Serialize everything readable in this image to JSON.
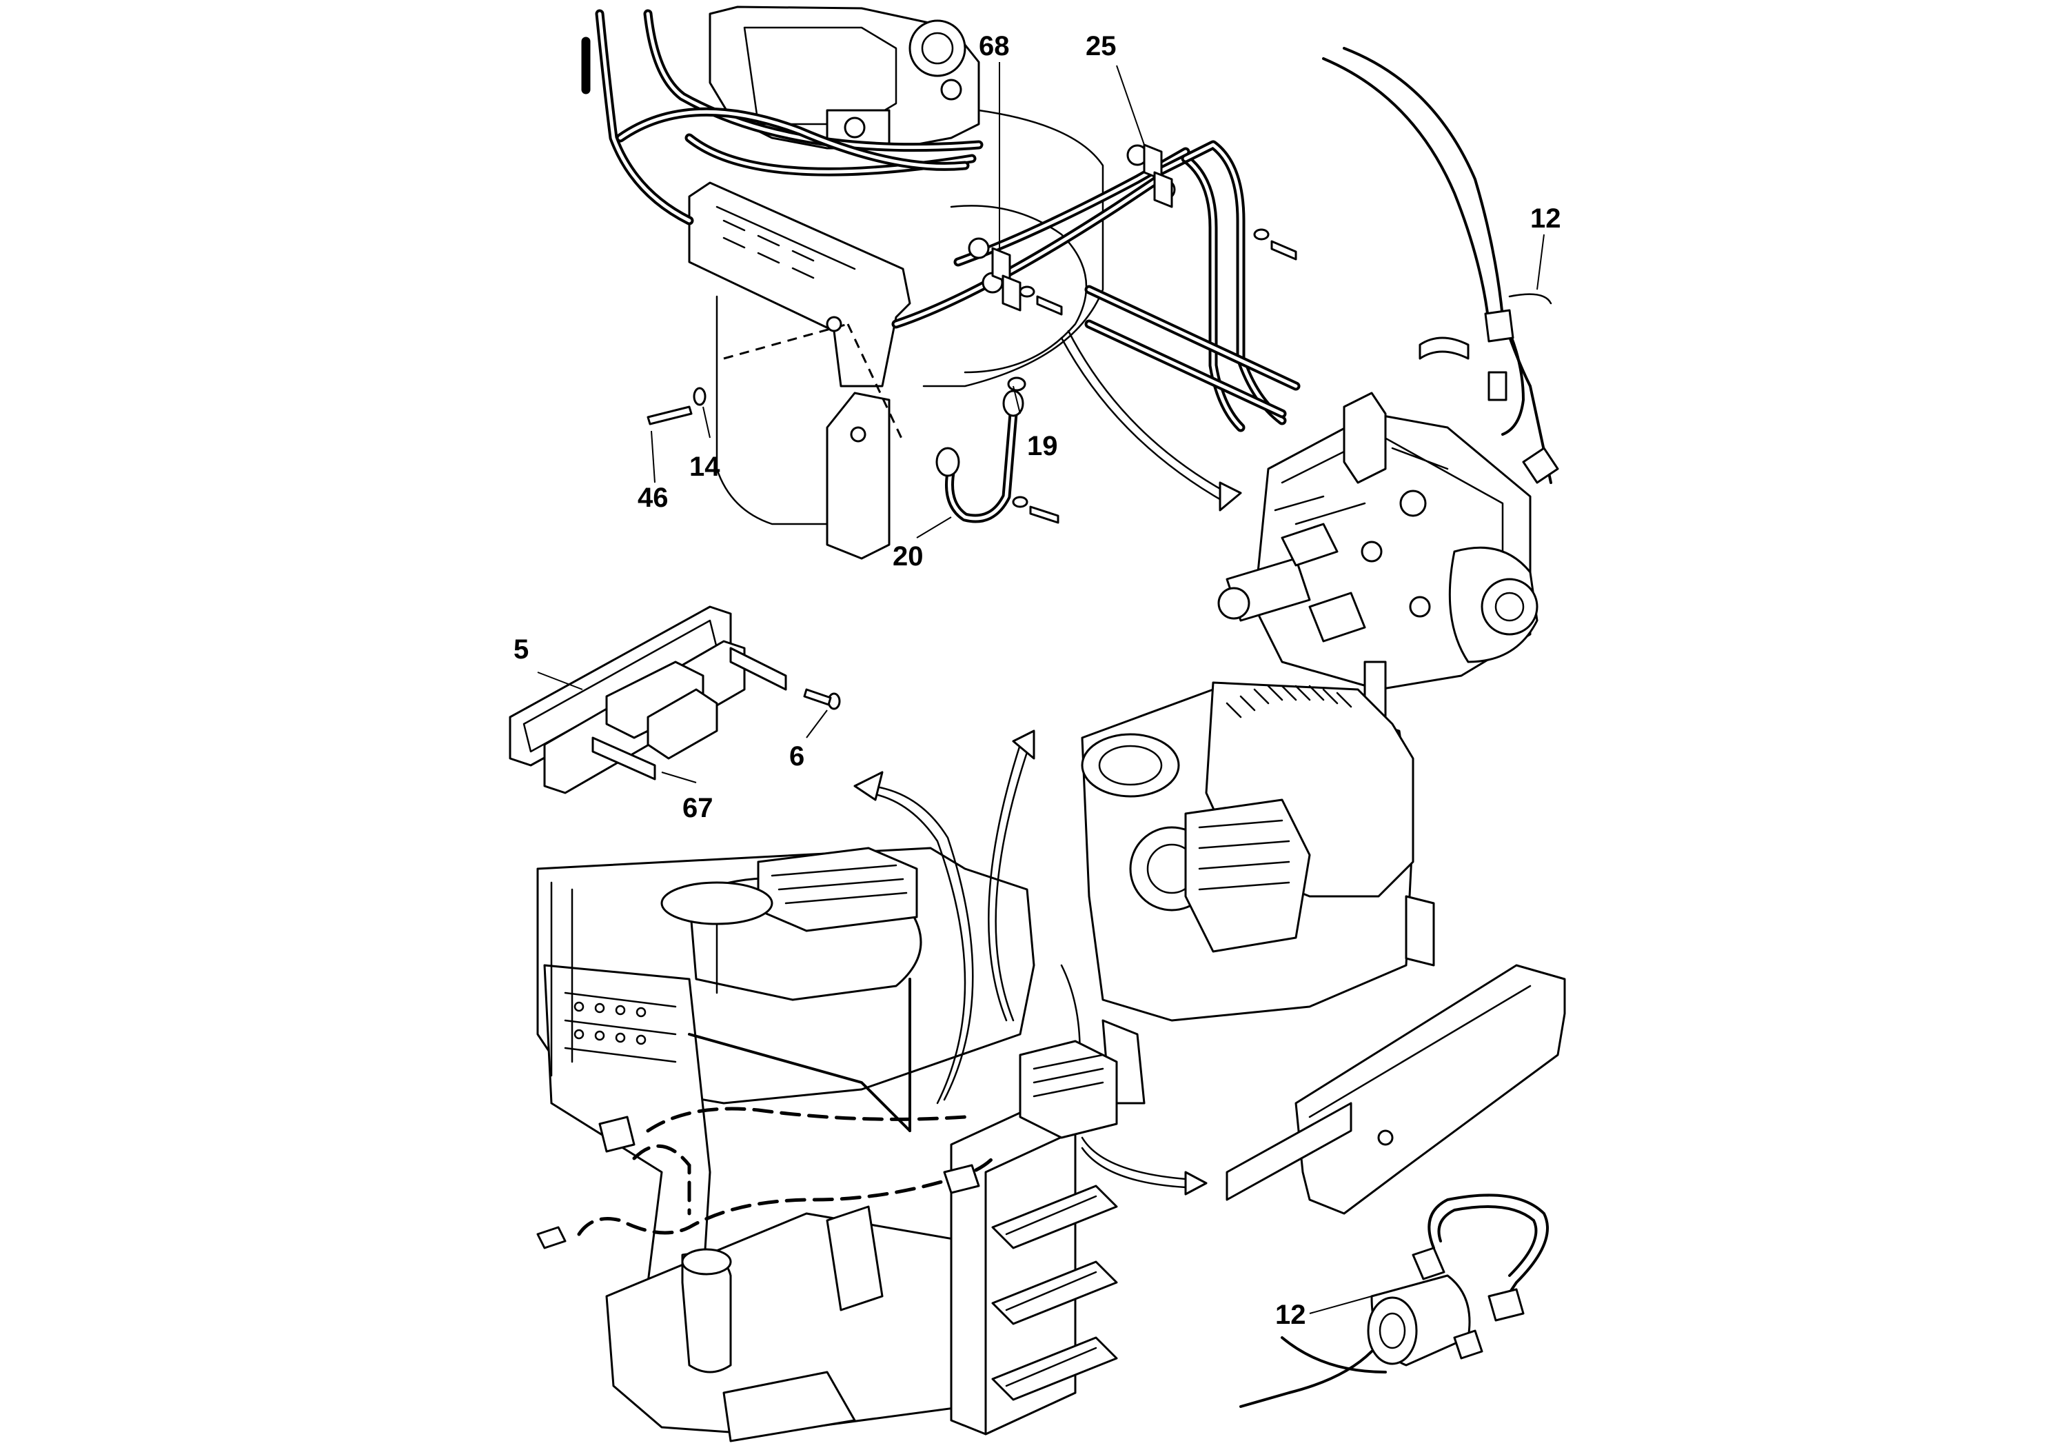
{
  "callouts": {
    "c68": "68",
    "c25": "25",
    "c12_top": "12",
    "c19": "19",
    "c14": "14",
    "c46": "46",
    "c20": "20",
    "c5": "5",
    "c6": "6",
    "c67": "67",
    "c12_bottom": "12"
  }
}
